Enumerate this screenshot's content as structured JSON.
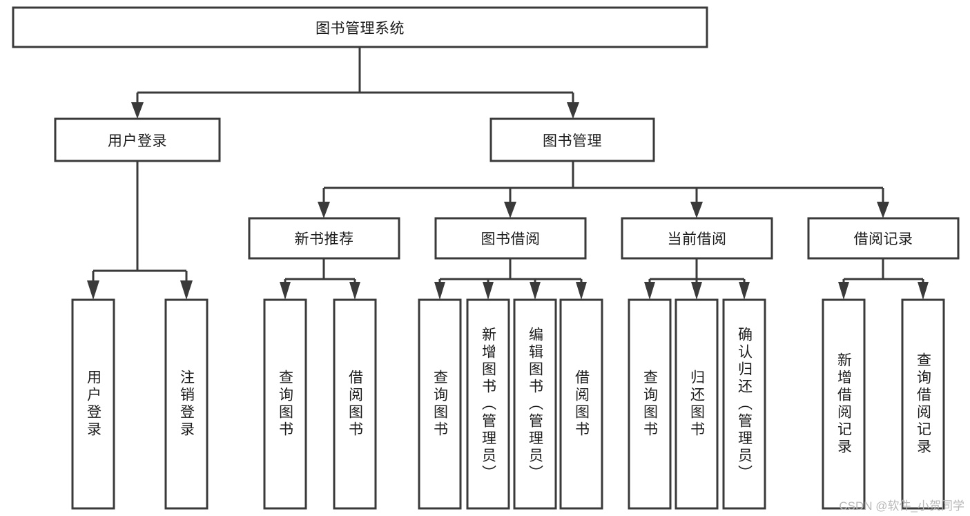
{
  "diagram": {
    "type": "hierarchy-tree",
    "title": "图书管理系统",
    "orientation": "top-down",
    "levels": 4,
    "watermark": "CSDN @软件_小贺同学",
    "colors": {
      "stroke": "#3a3a3a",
      "fill": "#ffffff",
      "text": "#1c1c1c",
      "watermark": "#b8b8b8"
    },
    "nodes": {
      "root": {
        "label": "图书管理系统"
      },
      "level2": [
        {
          "label": "用户登录"
        },
        {
          "label": "图书管理"
        }
      ],
      "level3": [
        {
          "label": "新书推荐"
        },
        {
          "label": "图书借阅"
        },
        {
          "label": "当前借阅"
        },
        {
          "label": "借阅记录"
        }
      ],
      "leaves": {
        "user_login": [
          {
            "label": "用户登录"
          },
          {
            "label": "注销登录"
          }
        ],
        "new_book_recommend": [
          {
            "label": "查询图书"
          },
          {
            "label": "借阅图书"
          }
        ],
        "book_borrow": [
          {
            "label": "查询图书"
          },
          {
            "label": "新增图书（管理员）"
          },
          {
            "label": "编辑图书（管理员）"
          },
          {
            "label": "借阅图书"
          }
        ],
        "current_borrow": [
          {
            "label": "查询图书"
          },
          {
            "label": "归还图书"
          },
          {
            "label": "确认归还（管理员）"
          }
        ],
        "borrow_record": [
          {
            "label": "新增借阅记录"
          },
          {
            "label": "查询借阅记录"
          }
        ]
      }
    }
  }
}
